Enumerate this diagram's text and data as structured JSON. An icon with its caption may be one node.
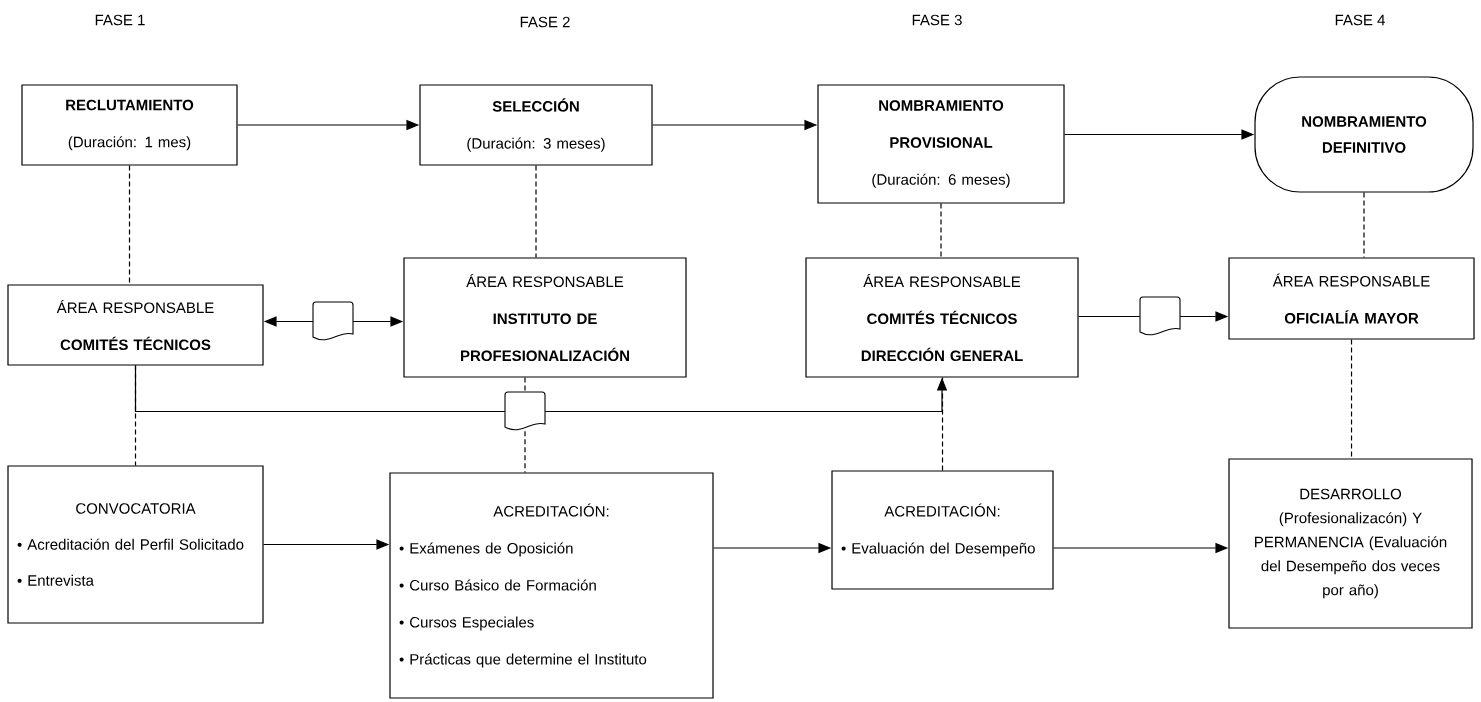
{
  "diagram": {
    "nodes": [
      {
        "text": [
          "RECLUTAMIENTO",
          "(Duración: 1 mes)"
        ]
      },
      {
        "text": [
          "SELECCIÓN",
          "(Duración: 3 meses)"
        ]
      },
      {
        "text": [
          "NOMBRAMIENTO PROVISIONAL",
          "(Duración: 6 meses)"
        ]
      },
      {
        "text": [
          "NOMBRAMIENTO DEFINITIVO"
        ]
      },
      {
        "text": [
          "ÁREA RESPONSABLE",
          "COMITÉS TÉCNICOS"
        ]
      },
      {
        "text": [],
        "shape": "document"
      },
      {
        "text": [
          "ÁREA RESPONSABLE",
          "INSTITUTO DE PROFESIONALIZACIÓN"
        ]
      },
      {
        "text": [
          "ÁREA RESPONSABLE",
          "COMITÉS TÉCNICOS",
          "DIRECCIÓN GENERAL"
        ]
      },
      {
        "text": [],
        "shape": "document"
      },
      {
        "text": [
          "ÁREA RESPONSABLE",
          "OFICIALÍA MAYOR"
        ]
      },
      {
        "text": [],
        "shape": "document"
      },
      {
        "text": [
          "CONVOCATORIA",
          "• Acreditación del Perfil Solicitado",
          "• Entrevista"
        ]
      },
      {
        "text": [
          "ACREDITACIÓN:",
          "• Exámenes de Oposición",
          "• Curso Básico de Formación",
          "• Cursos Especiales",
          "• Prácticas que determine el Instituto"
        ]
      },
      {
        "text": [
          "ACREDITACIÓN:",
          "• Evaluación del Desempeño"
        ]
      },
      {
        "text": [
          "DESARROLLO (Profesionalizacón) Y PERMANENCIA (Evaluación del Desempeño dos veces por año)"
        ]
      }
    ],
    "edges": [
      {
        "from": 0,
        "to": 1,
        "arrow": "to"
      },
      {
        "from": 1,
        "to": 2,
        "arrow": "to"
      },
      {
        "from": 2,
        "to": 3,
        "arrow": "to"
      },
      {
        "from": 5,
        "to": 4,
        "arrow": "to"
      },
      {
        "from": 5,
        "to": 6,
        "arrow": "to"
      },
      {
        "from": 7,
        "to": 8,
        "arrow": "none"
      },
      {
        "from": 8,
        "to": 9,
        "arrow": "to"
      },
      {
        "from": 4,
        "to": 10,
        "arrow": "none"
      },
      {
        "from": 10,
        "to": 7,
        "arrow": "to"
      },
      {
        "from": 0,
        "to": 4,
        "arrow": "none",
        "style": "dashed"
      },
      {
        "from": 4,
        "to": 11,
        "arrow": "none",
        "style": "dashed"
      },
      {
        "from": 1,
        "to": 6,
        "arrow": "none",
        "style": "dashed"
      },
      {
        "from": 6,
        "to": 10,
        "arrow": "none",
        "style": "dashed"
      },
      {
        "from": 10,
        "to": 12,
        "arrow": "none",
        "style": "dashed"
      },
      {
        "from": 2,
        "to": 7,
        "arrow": "none",
        "style": "dashed"
      },
      {
        "from": 13,
        "to": 7,
        "arrow": "none",
        "style": "dashed"
      },
      {
        "from": 3,
        "to": 9,
        "arrow": "none",
        "style": "dashed"
      },
      {
        "from": 9,
        "to": 14,
        "arrow": "none",
        "style": "dashed"
      },
      {
        "from": 11,
        "to": 12,
        "arrow": "to"
      },
      {
        "from": 12,
        "to": 13,
        "arrow": "to"
      },
      {
        "from": 13,
        "to": 14,
        "arrow": "to"
      }
    ],
    "labels": [
      "FASE 1",
      "FASE 2",
      "FASE 3",
      "FASE 4"
    ]
  }
}
